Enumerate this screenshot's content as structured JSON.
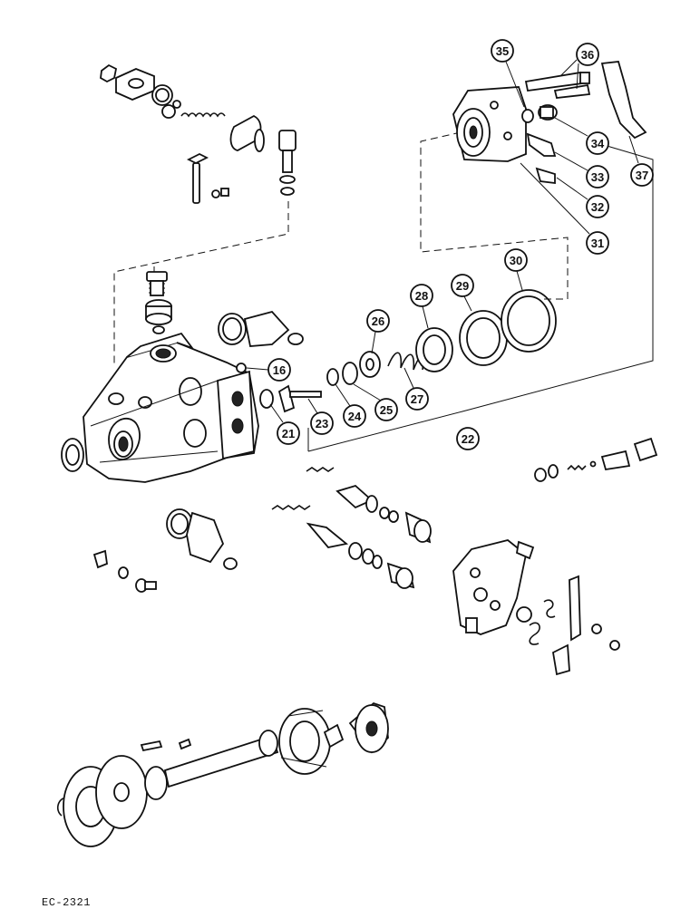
{
  "diagram": {
    "callouts": [
      {
        "id": "c16",
        "label": "16"
      },
      {
        "id": "c21",
        "label": "21"
      },
      {
        "id": "c22",
        "label": "22"
      },
      {
        "id": "c23",
        "label": "23"
      },
      {
        "id": "c24",
        "label": "24"
      },
      {
        "id": "c25",
        "label": "25"
      },
      {
        "id": "c26",
        "label": "26"
      },
      {
        "id": "c27",
        "label": "27"
      },
      {
        "id": "c28",
        "label": "28"
      },
      {
        "id": "c29",
        "label": "29"
      },
      {
        "id": "c30",
        "label": "30"
      },
      {
        "id": "c31",
        "label": "31"
      },
      {
        "id": "c32",
        "label": "32"
      },
      {
        "id": "c33",
        "label": "33"
      },
      {
        "id": "c34",
        "label": "34"
      },
      {
        "id": "c35",
        "label": "35"
      },
      {
        "id": "c36",
        "label": "36"
      },
      {
        "id": "c37",
        "label": "37"
      }
    ],
    "reference_code": "EC-2321"
  }
}
